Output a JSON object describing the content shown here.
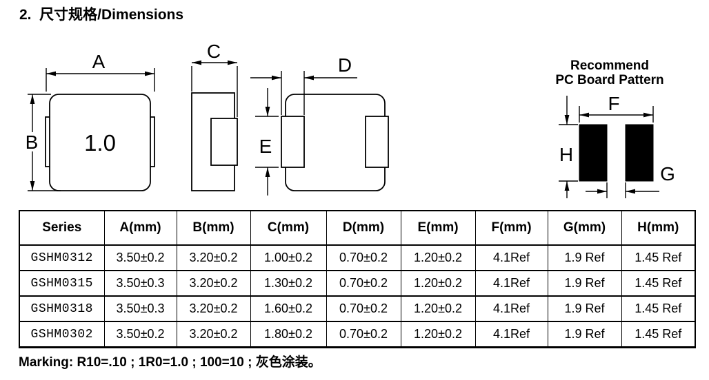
{
  "page": {
    "title": "2.  尺寸规格/Dimensions"
  },
  "drawings": {
    "front_view": {
      "dim_a": "A",
      "dim_b": "B",
      "marking_text": "1.0"
    },
    "side_view": {
      "dim_c": "C"
    },
    "bottom_view": {
      "dim_d": "D",
      "dim_e": "E"
    },
    "pcb_pattern": {
      "title_line1": "Recommend",
      "title_line2": "PC Board Pattern",
      "dim_f": "F",
      "dim_g": "G",
      "dim_h": "H"
    }
  },
  "table": {
    "headers": [
      "Series",
      "A(mm)",
      "B(mm)",
      "C(mm)",
      "D(mm)",
      "E(mm)",
      "F(mm)",
      "G(mm)",
      "H(mm)"
    ],
    "rows": [
      {
        "series": "GSHM0312",
        "a": "3.50±0.2",
        "b": "3.20±0.2",
        "c": "1.00±0.2",
        "d": "0.70±0.2",
        "e": "1.20±0.2",
        "f": "4.1Ref",
        "g": "1.9 Ref",
        "h": "1.45 Ref"
      },
      {
        "series": "GSHM0315",
        "a": "3.50±0.3",
        "b": "3.20±0.2",
        "c": "1.30±0.2",
        "d": "0.70±0.2",
        "e": "1.20±0.2",
        "f": "4.1Ref",
        "g": "1.9 Ref",
        "h": "1.45 Ref"
      },
      {
        "series": "GSHM0318",
        "a": "3.50±0.3",
        "b": "3.20±0.2",
        "c": "1.60±0.2",
        "d": "0.70±0.2",
        "e": "1.20±0.2",
        "f": "4.1Ref",
        "g": "1.9 Ref",
        "h": "1.45 Ref"
      },
      {
        "series": "GSHM0302",
        "a": "3.50±0.2",
        "b": "3.20±0.2",
        "c": "1.80±0.2",
        "d": "0.70±0.2",
        "e": "1.20±0.2",
        "f": "4.1Ref",
        "g": "1.9 Ref",
        "h": "1.45 Ref"
      }
    ]
  },
  "footer": {
    "marking": "Marking: R10=.10 ; 1R0=1.0 ; 100=10 ; 灰色涂装。"
  },
  "colors": {
    "ink": "#000000",
    "paper": "#ffffff"
  }
}
